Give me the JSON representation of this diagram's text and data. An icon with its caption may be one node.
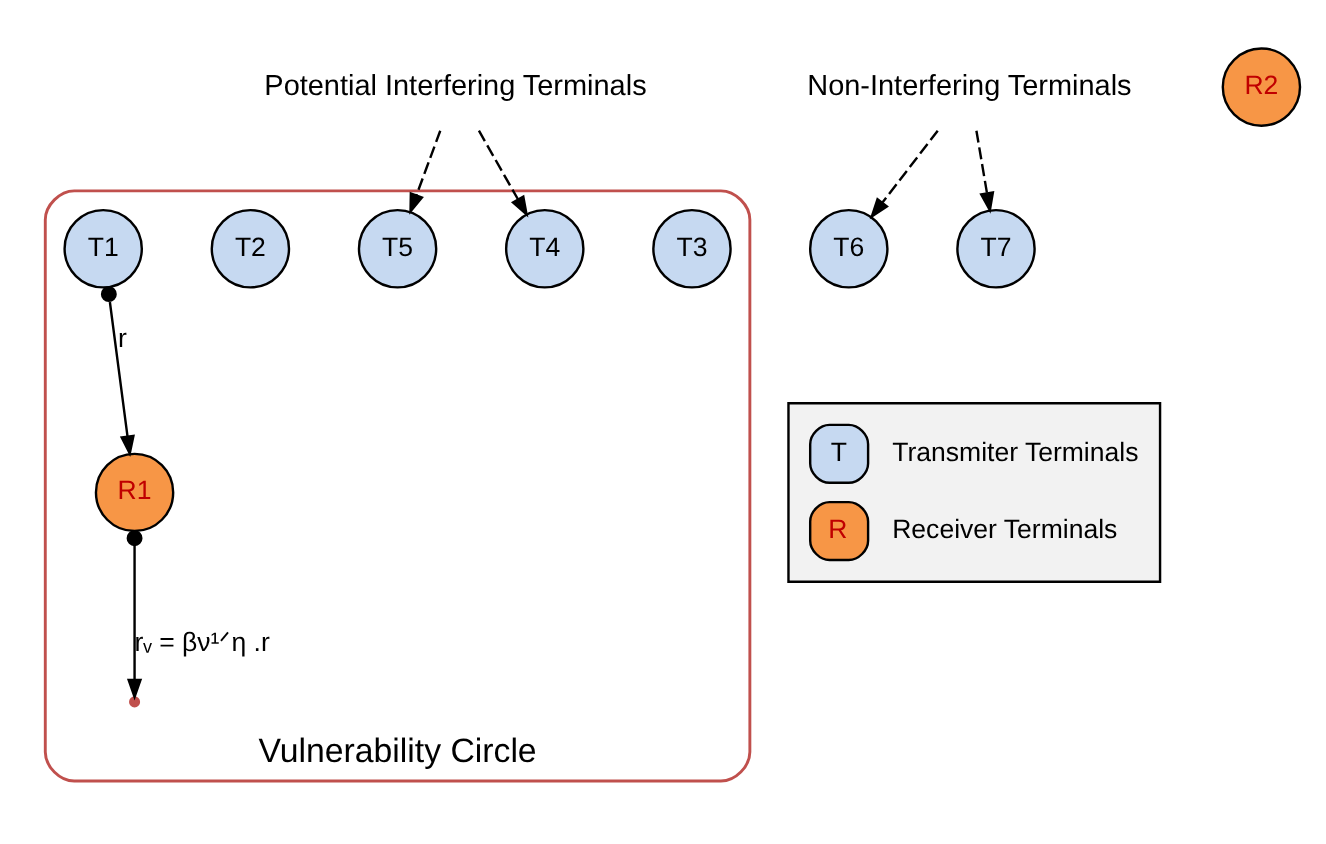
{
  "diagram": {
    "nodes": [
      {
        "text": [
          "Vulnerability Circle"
        ]
      },
      {
        "text": [
          "Potential Interfering Terminals"
        ]
      },
      {
        "text": [
          "Non-Interfering Terminals"
        ]
      },
      {
        "text": [
          "T1"
        ],
        "in": 0
      },
      {
        "text": [
          "T5"
        ],
        "in": 0
      },
      {
        "text": [
          "R1"
        ],
        "in": 0
      },
      {
        "text": [
          "T4"
        ],
        "in": 0
      },
      {
        "text": [
          "T2"
        ],
        "in": 0
      },
      {
        "text": [
          "T3"
        ],
        "in": 0
      },
      {
        "text": [
          "T6"
        ]
      },
      {
        "text": [
          "T7"
        ]
      },
      {
        "text": [
          "R2"
        ]
      }
    ],
    "edges": [
      {
        "from": 3,
        "to": 5,
        "arrow": "to",
        "label": "r"
      },
      {
        "from": 5,
        "to": 0,
        "arrow": "to",
        "label": "rᵥ = βν¹ᐟη .r"
      },
      {
        "from": 1,
        "to": 4,
        "arrow": "to",
        "style": "dashed"
      },
      {
        "from": 1,
        "to": 6,
        "arrow": "to",
        "style": "dashed"
      },
      {
        "from": 2,
        "to": 9,
        "arrow": "to",
        "style": "dashed"
      },
      {
        "from": 2,
        "to": 10,
        "arrow": "to",
        "style": "dashed"
      }
    ],
    "labels": [
      "T",
      "R"
    ],
    "legend": [
      {
        "text": "Transmiter Terminals",
        "color": "#c6d9f1"
      },
      {
        "text": "Receiver Terminals",
        "color": "#f79646"
      }
    ]
  }
}
